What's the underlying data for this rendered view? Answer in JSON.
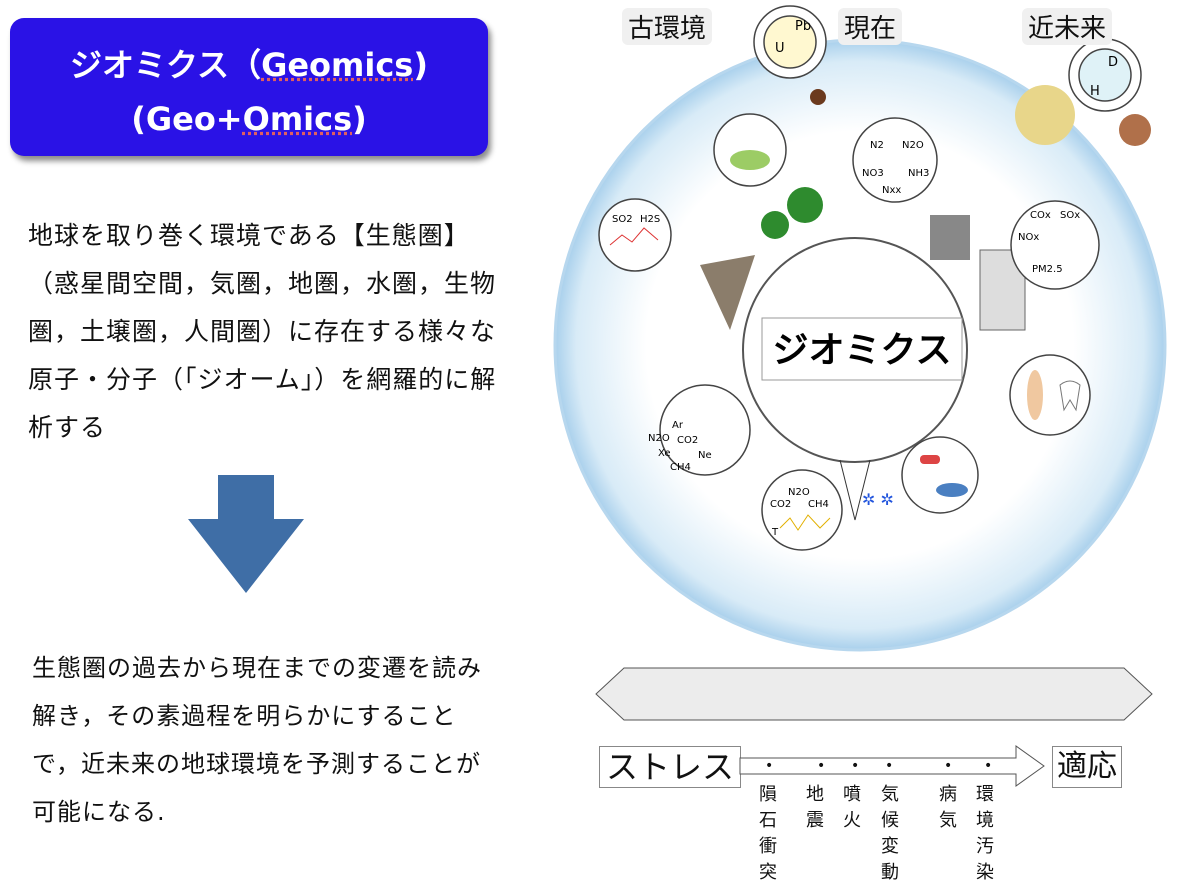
{
  "title": {
    "line1_prefix": "ジオミクス（",
    "line1_word": "Geomics",
    "line1_suffix": ")",
    "line2_prefix": "(Geo+",
    "line2_word": "Omics",
    "line2_suffix": ")"
  },
  "colors": {
    "title_bg": "#2a12e6",
    "arrow": "#3f6ea6",
    "sphere": "#cfe6f5"
  },
  "description": "地球を取り巻く環境である【生態圏】（惑星間空間，気圏，地圏，水圏，生物圏，土壌圏，人間圏）に存在する様々な原子・分子（「ジオーム」）を網羅的に解析する",
  "conclusion": "生態圏の過去から現在までの変遷を読み解き，その素過程を明らかにすることで，近未来の地球環境を予測することが可能になる.",
  "diagram": {
    "center_label": "ジオミクス",
    "bubbles": {
      "u_pb": [
        "U",
        "Pb"
      ],
      "d_h": [
        "D",
        "H"
      ],
      "nitrogen": [
        "N2",
        "N2O",
        "NO3",
        "NH3",
        "Nxx"
      ],
      "sulfur": [
        "SO2",
        "H2S"
      ],
      "air": [
        "COx",
        "SOx",
        "NOx",
        "PM2.5"
      ],
      "noble": [
        "Ar",
        "CO2",
        "N2O",
        "Ne",
        "Xe",
        "CH4"
      ],
      "greenhouse": [
        "N2O",
        "CH4",
        "CO2",
        "T"
      ]
    }
  },
  "timeline": {
    "past": "古環境",
    "present": "現在",
    "future": "近未来"
  },
  "stress": {
    "left": "ストレス",
    "right": "適応",
    "causes": [
      "隕石衝突",
      "地震",
      "噴火",
      "気候変動",
      "病気",
      "環境汚染"
    ]
  }
}
